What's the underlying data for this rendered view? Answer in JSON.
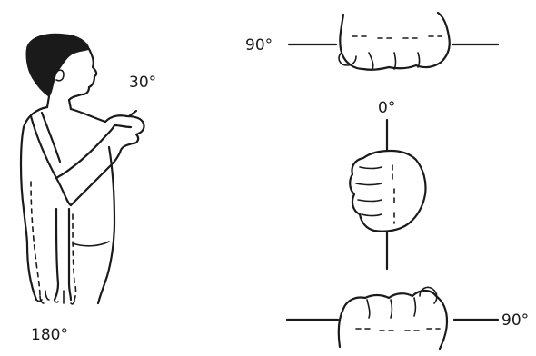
{
  "labels": {
    "forward_flexion": "30°",
    "arm_down": "180°",
    "fist_top": "90°",
    "fist_middle": "0°",
    "fist_bottom": "90°"
  }
}
